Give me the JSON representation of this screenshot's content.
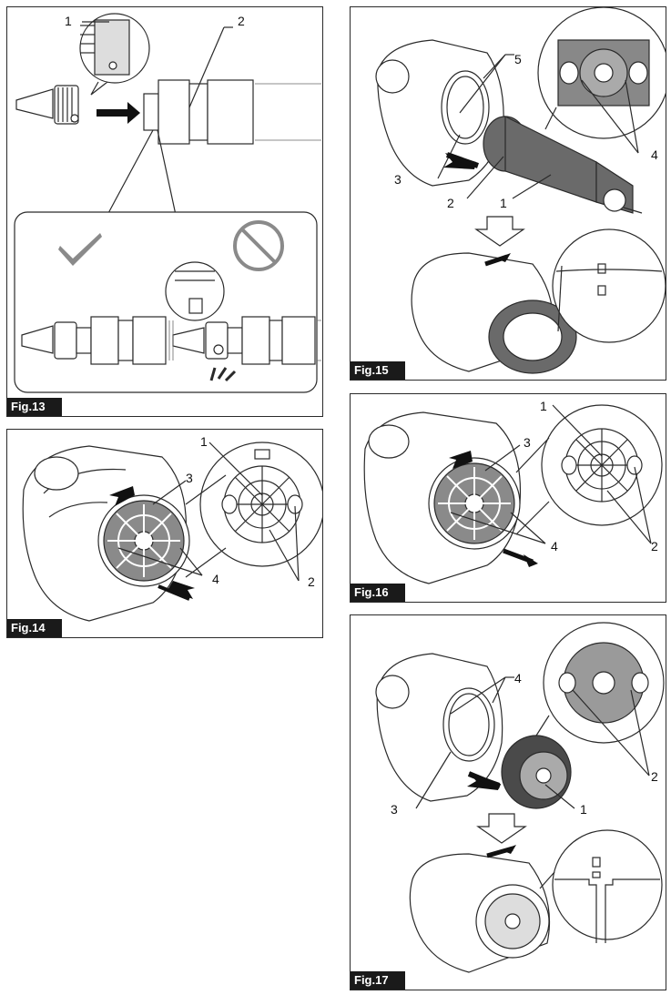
{
  "figures": {
    "fig13": {
      "label": "Fig.13",
      "callouts": [
        "1",
        "2"
      ],
      "status_icons": [
        "check-icon",
        "prohibited-icon"
      ]
    },
    "fig14": {
      "label": "Fig.14",
      "callouts": [
        "1",
        "3",
        "4",
        "2"
      ]
    },
    "fig15": {
      "label": "Fig.15",
      "callouts": [
        "5",
        "3",
        "2",
        "1",
        "4"
      ]
    },
    "fig16": {
      "label": "Fig.16",
      "callouts": [
        "1",
        "3",
        "4",
        "2"
      ]
    },
    "fig17": {
      "label": "Fig.17",
      "callouts": [
        "4",
        "3",
        "1",
        "2"
      ]
    }
  },
  "colors": {
    "ink": "#2a2a2a",
    "label_bg": "#1a1a1a",
    "check": "#8a8a8a",
    "prohibit": "#8a8a8a",
    "filter": "#7a7a7a",
    "hose": "#6a6a6a"
  }
}
